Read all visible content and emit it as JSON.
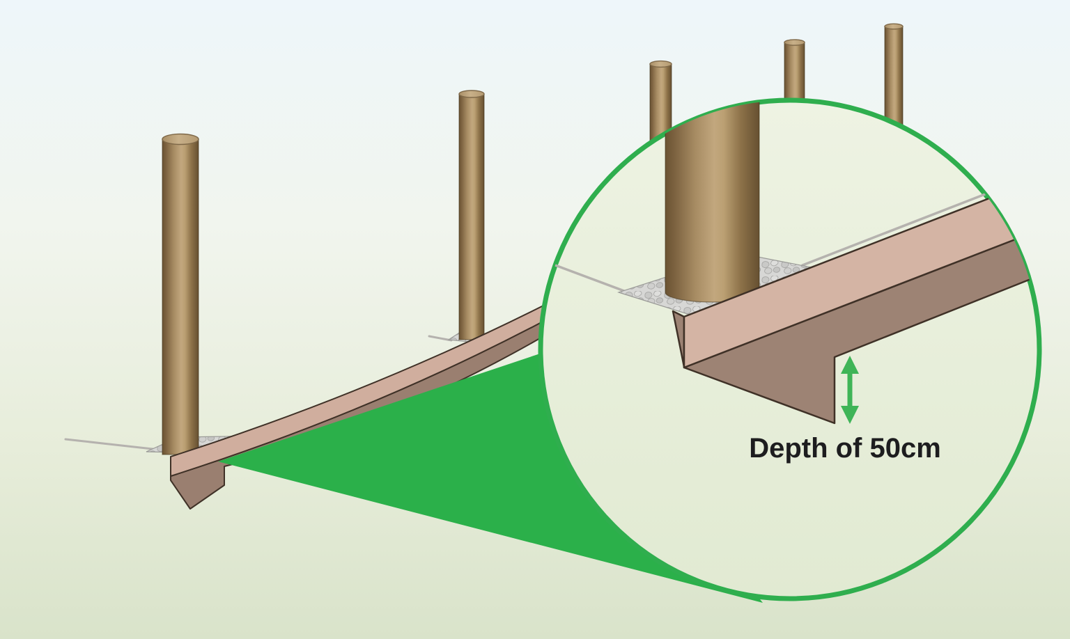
{
  "magnifier": {
    "depth_label": "Depth of 50cm"
  },
  "scene": {
    "posts_count": 5,
    "elements": [
      "wooden posts",
      "gravel base",
      "dug trench",
      "magnified post hole"
    ]
  },
  "icons": {
    "depth_arrow": "double-headed-vertical-arrow",
    "magnifier_circle": "zoom-callout-circle"
  },
  "colors": {
    "accent": "#2fae4e",
    "wedge": "#2bb04a",
    "arrow": "#3fb457",
    "trench_top": "#d0ae9e",
    "trench_side": "#9a7f70",
    "trench_top_zoom": "#d4b4a4",
    "trench_side_zoom": "#9d8374",
    "outline": "#3f3127",
    "label_text": "#1d1d1f"
  }
}
